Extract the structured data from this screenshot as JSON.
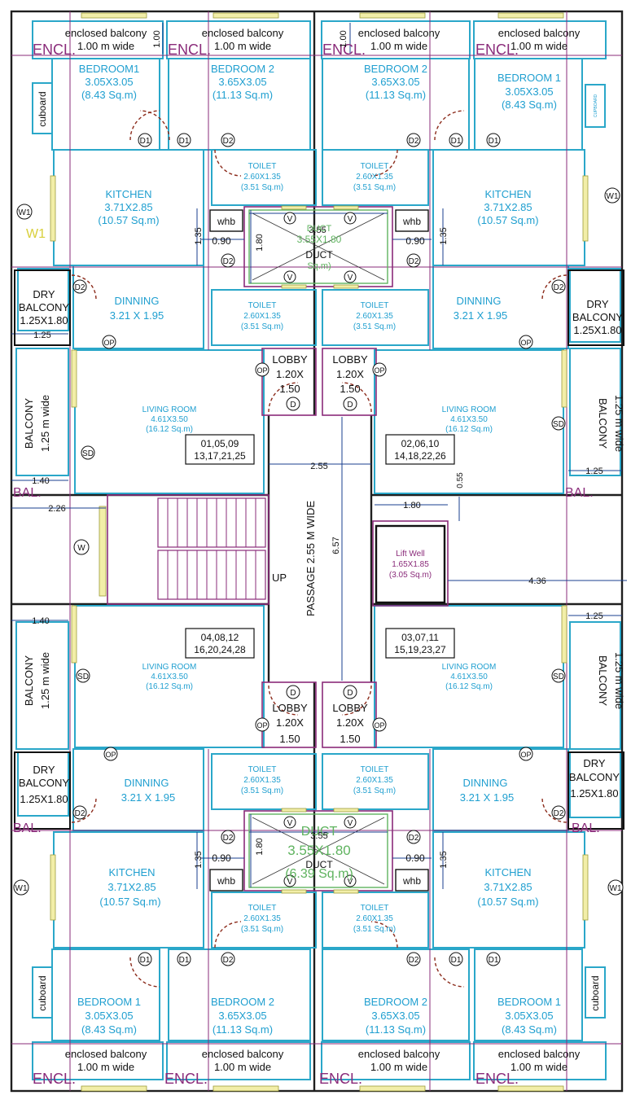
{
  "colors": {
    "wall": "#1f1f1f",
    "room": "#2aa7c9",
    "label": "#1f9fd0",
    "magenta": "#8a2b7a",
    "dim": "#1a3f8f",
    "green": "#5fb35f",
    "door": "#8b2a1a",
    "window": "#e8e07a"
  },
  "rooms": {
    "encl_balcony": {
      "title": "enclosed balcony",
      "width": "1.00 m wide"
    },
    "encl_tag": "ENCL.",
    "bedroom1": {
      "name": "BEDROOM1",
      "size": "3.05X3.05",
      "area": "(8.43 Sq.m)"
    },
    "bedroom_1": {
      "name": "BEDROOM 1",
      "size": "3.05X3.05",
      "area": "(8.43 Sq.m)"
    },
    "bedroom2": {
      "name": "BEDROOM 2",
      "size": "3.65X3.05",
      "area": "(11.13 Sq.m)"
    },
    "cuboard": "cuboard",
    "cupboard_small": "CUPBOARD",
    "kitchen": {
      "name": "KITCHEN",
      "size": "3.71X2.85",
      "area": "(10.57 Sq.m)"
    },
    "toilet": {
      "name": "TOILET",
      "size": "2.60X1.35",
      "area": "(3.51 Sq.m)"
    },
    "whb": "whb",
    "duct": {
      "name": "DUCT",
      "size": "3.55X1.80",
      "area_top": "Sq.m)",
      "area_bottom": "(6.39 Sq.m)",
      "width": "3.55",
      "height": "1.80"
    },
    "dining": {
      "name": "DINNING",
      "size": "3.21 X 1.95"
    },
    "dry_balcony": {
      "line1": "DRY",
      "line2": "BALCONY",
      "size": "1.25X1.80"
    },
    "living": {
      "name": "LIVING ROOM",
      "size": "4.61X3.50",
      "area": "(16.12 Sq.m)"
    },
    "balcony": {
      "name": "BALCONY",
      "width": "1.25 m wide"
    },
    "lobby": {
      "name": "LOBBY",
      "size1": "1.20X",
      "size2": "1.50"
    },
    "lift": {
      "name": "Lift Well",
      "size": "1.65X1.85",
      "area": "(3.05 Sq.m)"
    },
    "passage": "PASSAGE 2.55 M WIDE",
    "up": "UP",
    "bal_tag": "BAL."
  },
  "flat_numbers": {
    "top_left": {
      "line1": "01,05,09",
      "line2": "13,17,21,25"
    },
    "top_right": {
      "line1": "02,06,10",
      "line2": "14,18,22,26"
    },
    "bottom_left": {
      "line1": "04,08,12",
      "line2": "16,20,24,28"
    },
    "bottom_right": {
      "line1": "03,07,11",
      "line2": "15,19,23,27"
    }
  },
  "tags": {
    "d1": "D1",
    "d2": "D2",
    "d": "D",
    "w1": "W1",
    "w": "W",
    "op": "OP",
    "sd": "SD",
    "v": "V"
  },
  "dims": {
    "d100": "1.00",
    "d135": "1.35",
    "d090": "0.90",
    "d180": "1.80",
    "d355": "3.55",
    "d125": "1.25",
    "d140": "1.40",
    "d226": "2.26",
    "d255": "2.55",
    "d055": "0.55",
    "d657": "6.57",
    "d436": "4.36"
  },
  "stray": {
    "w1_label": "W1"
  }
}
